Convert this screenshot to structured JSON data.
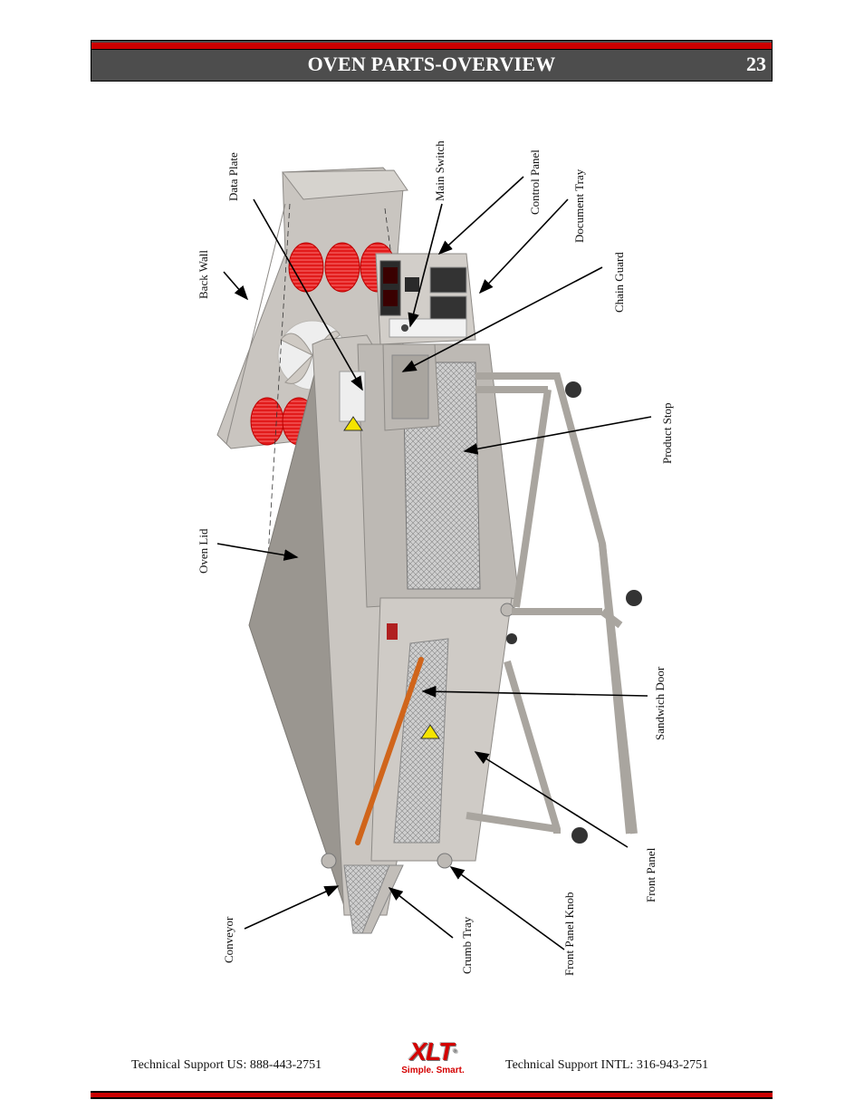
{
  "header": {
    "title": "OVEN PARTS-OVERVIEW",
    "page_number": "23",
    "bar_color": "#4d4d4d",
    "accent_color": "#cc0000"
  },
  "figure": {
    "callouts": [
      {
        "id": "back-wall",
        "label": "Back Wall"
      },
      {
        "id": "data-plate",
        "label": "Data Plate"
      },
      {
        "id": "main-switch",
        "label": "Main Switch"
      },
      {
        "id": "control-panel",
        "label": "Control Panel"
      },
      {
        "id": "document-tray",
        "label": "Document Tray"
      },
      {
        "id": "chain-guard",
        "label": "Chain Guard"
      },
      {
        "id": "product-stop",
        "label": "Product Stop"
      },
      {
        "id": "oven-lid",
        "label": "Oven Lid"
      },
      {
        "id": "sandwich-door",
        "label": "Sandwich Door"
      },
      {
        "id": "front-panel",
        "label": "Front Panel"
      },
      {
        "id": "conveyor",
        "label": "Conveyor"
      },
      {
        "id": "crumb-tray",
        "label": "Crumb Tray"
      },
      {
        "id": "front-panel-knob",
        "label": "Front Panel Knob"
      }
    ]
  },
  "footer": {
    "support_us": "Technical Support  US:  888-443-2751",
    "support_intl": "Technical Support  INTL:  316-943-2751",
    "logo_mark": "XLT",
    "logo_reg": "®",
    "logo_tagline": "Simple. Smart."
  }
}
